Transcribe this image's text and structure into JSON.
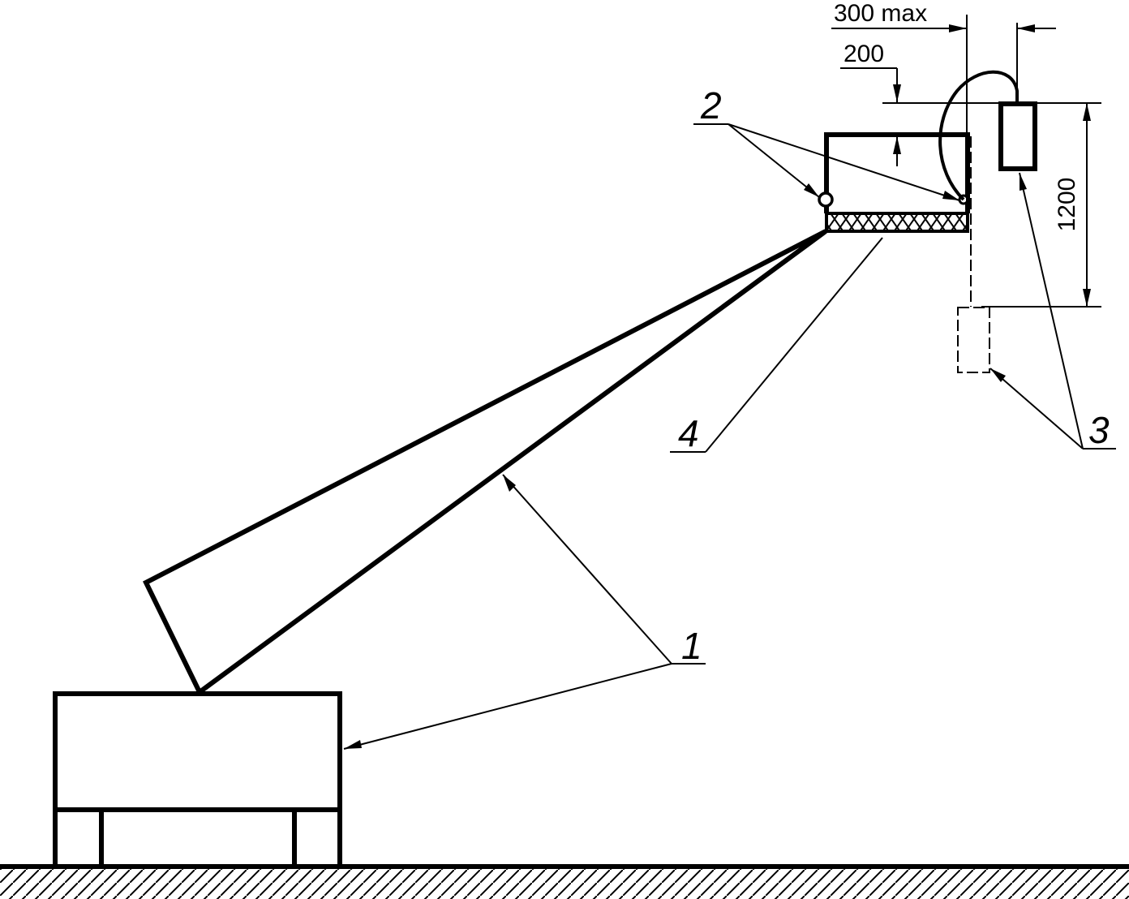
{
  "labels": {
    "callout_1": "1",
    "callout_2": "2",
    "callout_3": "3",
    "callout_4": "4"
  },
  "dimensions": {
    "max_offset": "300 max",
    "gap": "200",
    "drop_height": "1200"
  }
}
